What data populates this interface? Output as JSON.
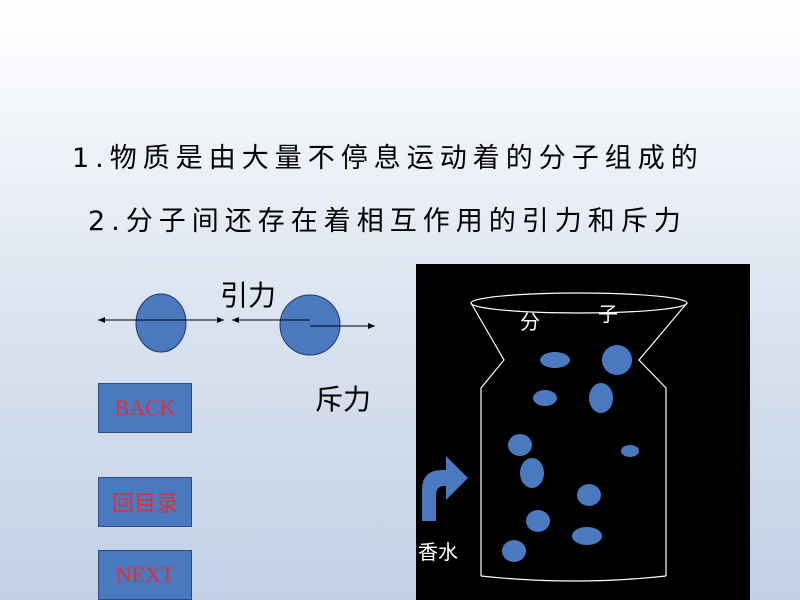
{
  "text": {
    "line1": "1.物质是由大量不停息运动着的分子组成的",
    "line2": "2.分子间还存在着相互作用的引力和斥力"
  },
  "force_diagram": {
    "attraction_label": "引力",
    "repulsion_label": "斥力"
  },
  "nav": {
    "back_label": "BACK",
    "menu_label": "回目录",
    "next_label": "NEXT"
  },
  "jar": {
    "label_fen": "分",
    "label_zi": "子",
    "label_perfume": "香水"
  },
  "colors": {
    "molecule": "#4a79bf",
    "button_bg": "#4a79bf",
    "button_text": "#d9303a",
    "panel_bg": "#000000"
  }
}
